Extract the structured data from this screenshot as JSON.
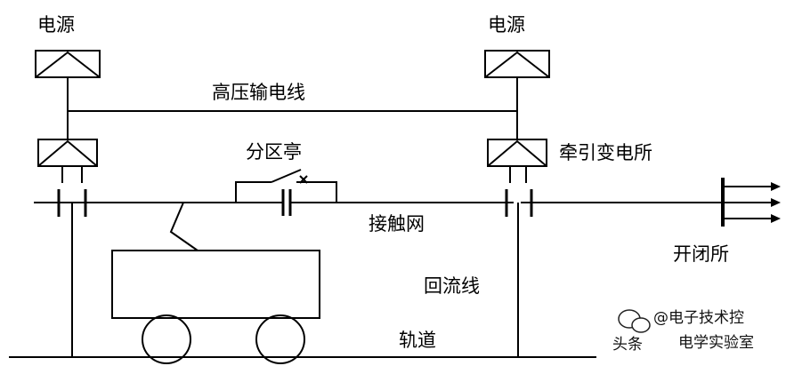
{
  "labels": {
    "source_left": "电源",
    "source_right": "电源",
    "hv_line": "高压输电线",
    "section_post": "分区亭",
    "traction_substation": "牵引变电所",
    "catenary": "接触网",
    "switching_station": "开闭所",
    "return_line": "回流线",
    "rail": "轨道"
  },
  "watermark": {
    "prefix": "头条",
    "account": "@电子技术控",
    "line2": "电学实验室"
  }
}
